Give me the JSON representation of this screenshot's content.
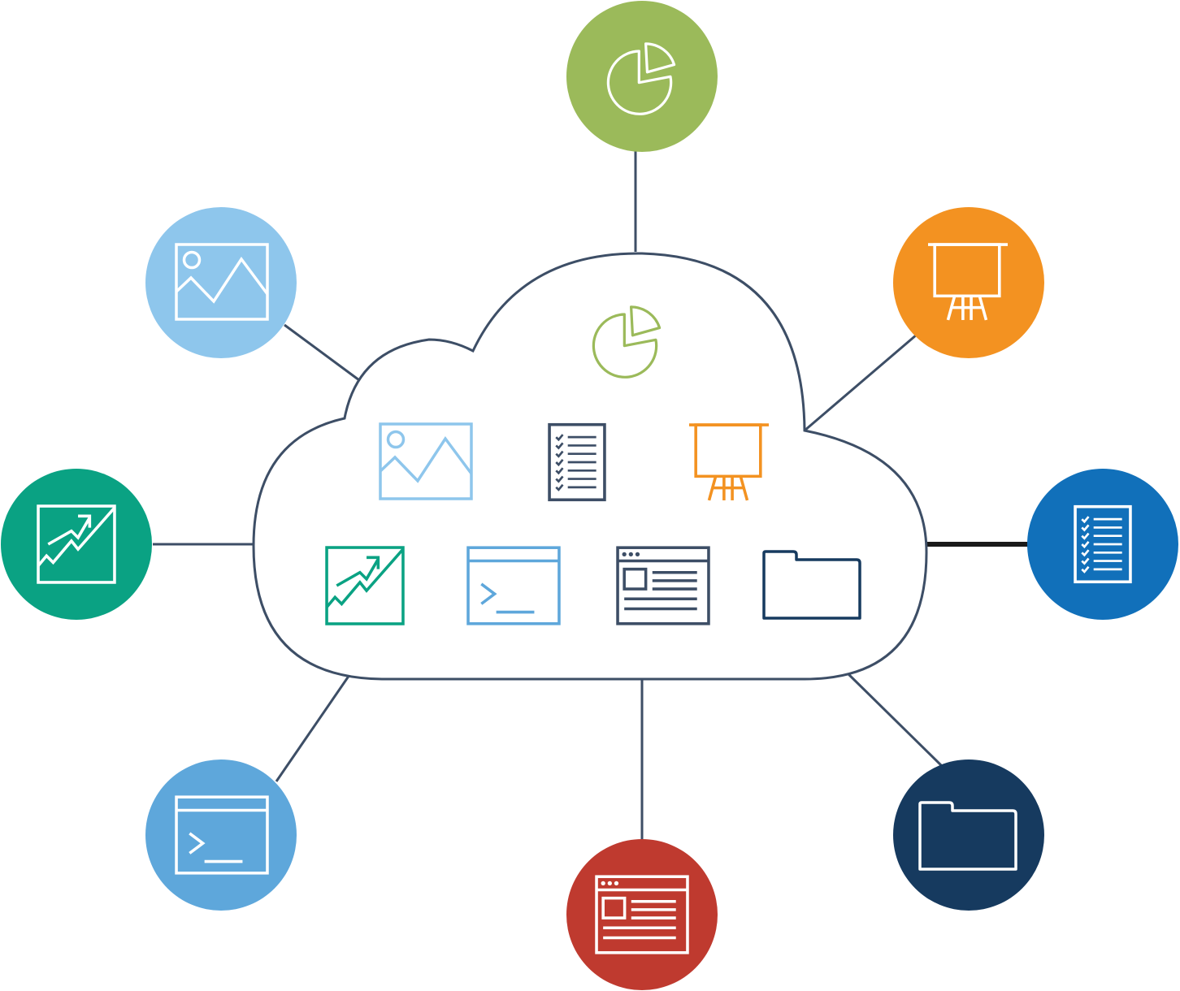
{
  "diagram": {
    "type": "hub-and-spoke cloud diagram",
    "hub": {
      "shape": "cloud",
      "outline_color": "#3d4e66",
      "inner_icons": [
        "pie-chart-icon",
        "image-icon",
        "checklist-icon",
        "presentation-easel-icon",
        "trend-chart-icon",
        "terminal-window-icon",
        "browser-window-icon",
        "folder-icon"
      ]
    },
    "nodes": [
      {
        "id": "pie-chart",
        "icon": "pie-chart-icon",
        "color": "#9bba5a"
      },
      {
        "id": "image",
        "icon": "image-icon",
        "color": "#8ec6ec"
      },
      {
        "id": "presentation",
        "icon": "presentation-easel-icon",
        "color": "#f39221"
      },
      {
        "id": "trend-chart",
        "icon": "trend-chart-icon",
        "color": "#0aa283"
      },
      {
        "id": "checklist",
        "icon": "checklist-icon",
        "color": "#1170ba"
      },
      {
        "id": "terminal",
        "icon": "terminal-window-icon",
        "color": "#5ea7db"
      },
      {
        "id": "browser",
        "icon": "browser-window-icon",
        "color": "#bf3a2f"
      },
      {
        "id": "folder",
        "icon": "folder-icon",
        "color": "#163a5f"
      }
    ],
    "connector_color": "#3d4e66",
    "highlight_connector_color": "#1a1a1a"
  }
}
